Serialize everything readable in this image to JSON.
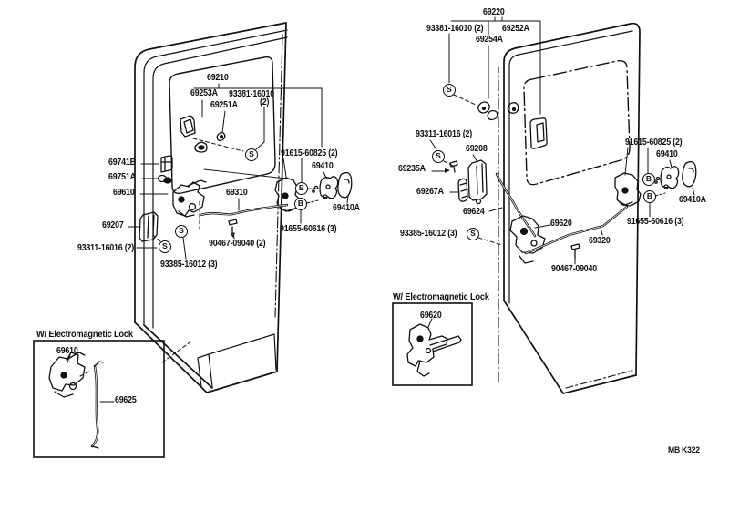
{
  "figure": {
    "code": "MB K322"
  },
  "symbols": {
    "screw": "S",
    "bolt": "B"
  },
  "left_door": {
    "p69210": "69210",
    "p69253A": "69253A",
    "p93381": "93381-16010",
    "p93381_qty": "(2)",
    "p69251A": "69251A",
    "p69741B": "69741B",
    "p69751A": "69751A",
    "p69610": "69610",
    "p69310": "69310",
    "p69207": "69207",
    "p93311": "93311-16016 (2)",
    "p90467": "90467-09040 (2)",
    "p93385": "93385-16012 (3)",
    "p91615": "91615-60825 (2)",
    "p69410": "69410",
    "p69410A": "69410A",
    "p91655": "91655-60616 (3)"
  },
  "right_door": {
    "p69220": "69220",
    "p93381": "93381-16010 (2)",
    "p69252A": "69252A",
    "p69254A": "69254A",
    "p93311": "93311-16016 (2)",
    "p69208": "69208",
    "p69235A": "69235A",
    "p69267A": "69267A",
    "p69624": "69624",
    "p93385": "93385-16012 (3)",
    "p69620": "69620",
    "p69320": "69320",
    "p90467": "90467-09040",
    "p91615": "91615-60825 (2)",
    "p69410": "69410",
    "p69410A": "69410A",
    "p91655": "91655-60616 (3)"
  },
  "inset_left": {
    "note": "W/ Electromagnetic Lock",
    "p69610": "69610",
    "p69625": "69625"
  },
  "inset_right": {
    "note": "W/ Electromagnetic Lock",
    "p69620": "69620"
  }
}
